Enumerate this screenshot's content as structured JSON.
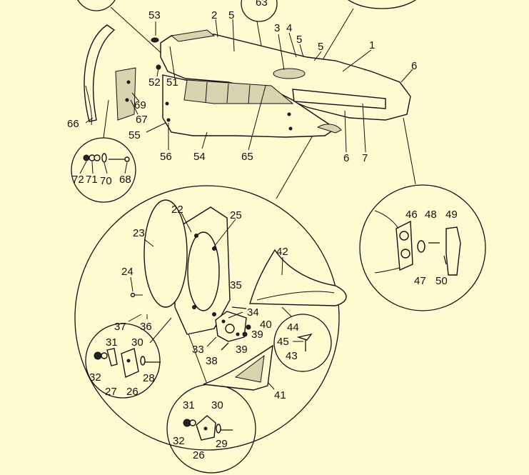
{
  "diagram": {
    "labels": {
      "l1": "1",
      "l2": "2",
      "l3": "3",
      "l4": "4",
      "l5a": "5",
      "l5b": "5",
      "l5c": "5",
      "l6a": "6",
      "l6b": "6",
      "l7": "7",
      "l22": "22",
      "l23": "23",
      "l24": "24",
      "l25": "25",
      "l26a": "26",
      "l26b": "26",
      "l27": "27",
      "l28": "28",
      "l29": "29",
      "l30a": "30",
      "l30b": "30",
      "l31a": "31",
      "l31b": "31",
      "l32a": "32",
      "l32b": "32",
      "l33": "33",
      "l34": "34",
      "l35": "35",
      "l36": "36",
      "l37": "37",
      "l38": "38",
      "l39a": "39",
      "l39b": "39",
      "l40": "40",
      "l41": "41",
      "l42": "42",
      "l43": "43",
      "l44": "44",
      "l45": "45",
      "l46": "46",
      "l47": "47",
      "l48": "48",
      "l49": "49",
      "l50": "50",
      "l51": "51",
      "l52": "52",
      "l53": "53",
      "l54": "54",
      "l55": "55",
      "l56": "56",
      "l63": "63",
      "l65": "65",
      "l66": "66",
      "l67": "67",
      "l68": "68",
      "l69": "69",
      "l70": "70",
      "l71": "71",
      "l72": "72"
    },
    "colors": {
      "background": "#fffbd1",
      "ink": "#111111",
      "shading": "#d8d4b0"
    }
  }
}
